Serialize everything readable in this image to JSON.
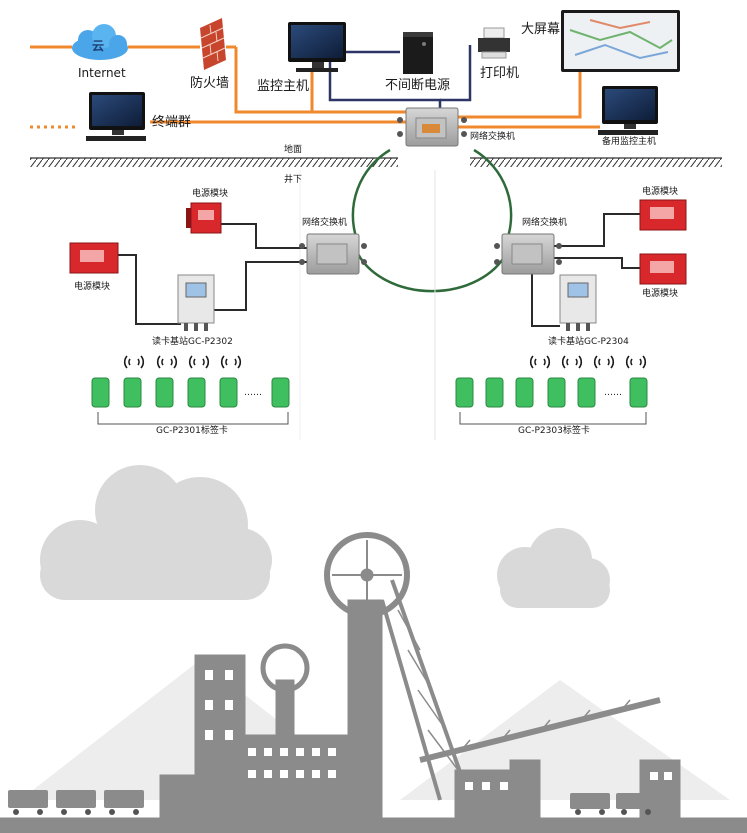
{
  "top": {
    "internet": "Internet",
    "cloud_glyph": "云",
    "firewall": "防火墙",
    "monitor_host": "监控主机",
    "ups": "不间断电源",
    "printer": "打印机",
    "big_screen": "大屏幕",
    "terminals": "终端群",
    "core_switch": "网络交换机",
    "backup_host": "备用监控主机",
    "ground": "地面",
    "underground": "井下"
  },
  "left": {
    "power_module_top": "电源模块",
    "power_module_left": "电源模块",
    "switch": "网络交换机",
    "reader_station": "读卡基站GC-P2302",
    "tag_cards": "GC-P2301标签卡",
    "ellipsis": "……"
  },
  "right": {
    "power_module_top": "电源模块",
    "power_module_bottom": "电源模块",
    "switch": "网络交换机",
    "reader_station": "读卡基站GC-P2304",
    "tag_cards": "GC-P2303标签卡",
    "ellipsis": "……"
  },
  "colors": {
    "orange_link": "#f0882e",
    "navy_link": "#2c3566",
    "ring": "#2f6b3a",
    "power_module": "#d9282c",
    "tag_card": "#3fbf5f",
    "scenery": "#8b8b8b",
    "cloud": "#d9d9d9"
  },
  "icons": [
    "cloud-icon",
    "firewall-icon",
    "monitor-icon",
    "ups-icon",
    "printer-icon",
    "big-screen-icon",
    "switch-icon",
    "power-module-icon",
    "reader-station-icon",
    "signal-icon",
    "tag-card-icon",
    "coal-cart-icon",
    "mine-headframe-icon"
  ]
}
